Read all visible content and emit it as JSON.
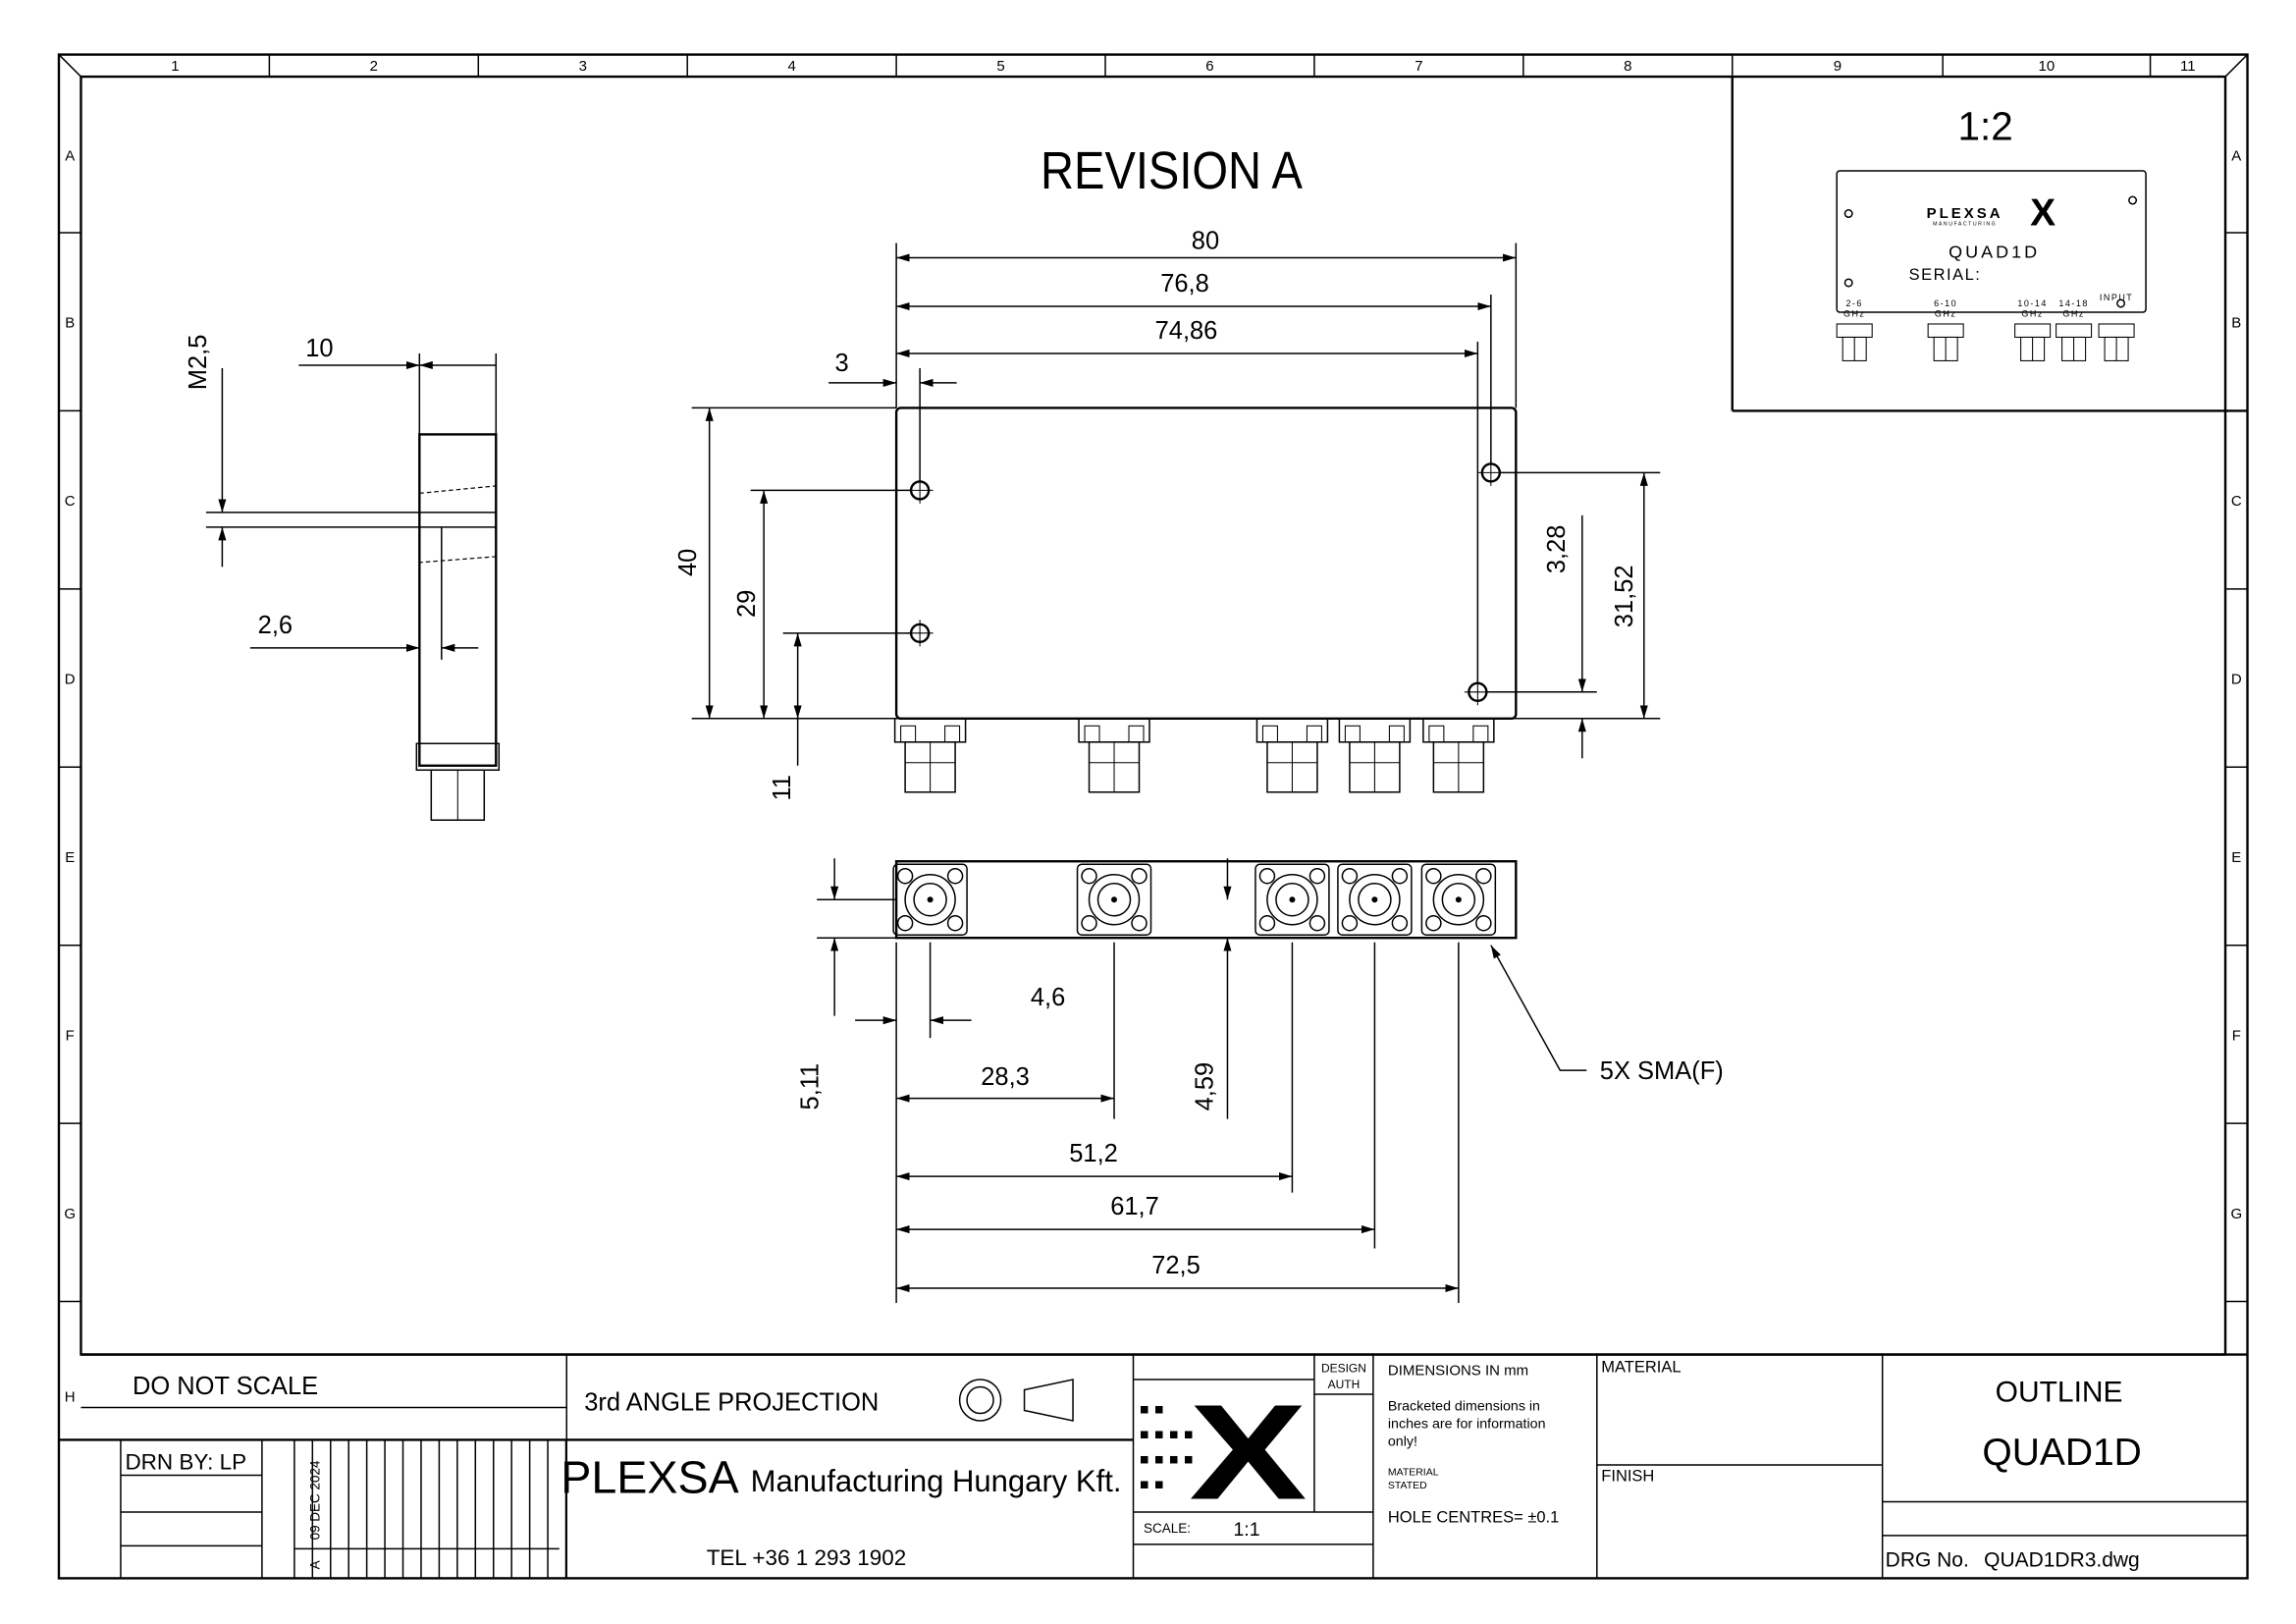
{
  "frame": {
    "columns": [
      "1",
      "2",
      "3",
      "4",
      "5",
      "6",
      "7",
      "8",
      "9",
      "10",
      "11"
    ],
    "rows": [
      "A",
      "B",
      "C",
      "D",
      "E",
      "F",
      "G",
      "H"
    ]
  },
  "title": "REVISION A",
  "dimensions": {
    "d80": "80",
    "d76_8": "76,8",
    "d74_86": "74,86",
    "d3": "3",
    "d40": "40",
    "d29": "29",
    "d11": "11",
    "d3_28": "3,28",
    "d31_52": "31,52",
    "m2_5": "M2,5",
    "d10": "10",
    "d2_6": "2,6",
    "d5_11": "5,11",
    "d4_59": "4,59",
    "d4_6": "4,6",
    "d28_3": "28,3",
    "d51_2": "51,2",
    "d61_7": "61,7",
    "d72_5": "72,5",
    "callout": "5X SMA(F)"
  },
  "inset": {
    "scale": "1:2",
    "brand": "PLEXSA",
    "brand_sub": "MANUFACTURING",
    "model": "QUAD1D",
    "serial": "SERIAL:",
    "ports": [
      {
        "l1": "2-6",
        "l2": "GHz"
      },
      {
        "l1": "6-10",
        "l2": "GHz"
      },
      {
        "l1": "10-14",
        "l2": "GHz"
      },
      {
        "l1": "14-18",
        "l2": "GHz"
      },
      {
        "l1": "INPUT",
        "l2": ""
      }
    ]
  },
  "title_block": {
    "do_not_scale": "DO NOT SCALE",
    "projection": "3rd ANGLE PROJECTION",
    "drawn_by": "DRN BY: LP",
    "date": "09 DEC 2024",
    "revision": "A",
    "company_main": "PLEXSA",
    "company_rest": "Manufacturing Hungary Kft.",
    "tel": "TEL +36 1 293 1902",
    "design_auth_1": "DESIGN",
    "design_auth_2": "AUTH",
    "scale_label": "SCALE:",
    "scale_value": "1:1",
    "dims_in_mm": "DIMENSIONS IN mm",
    "bracket_1": "Bracketed dimensions in",
    "bracket_2": "inches are for information",
    "bracket_3": "only!",
    "mat_stated_1": "MATERIAL",
    "mat_stated_2": "STATED",
    "hole_centres": "HOLE CENTRES= ±0.1",
    "material": "MATERIAL",
    "finish": "FINISH",
    "outline": "OUTLINE",
    "part": "QUAD1D",
    "drg_label": "DRG No.",
    "drg_no": "QUAD1DR3.dwg"
  }
}
